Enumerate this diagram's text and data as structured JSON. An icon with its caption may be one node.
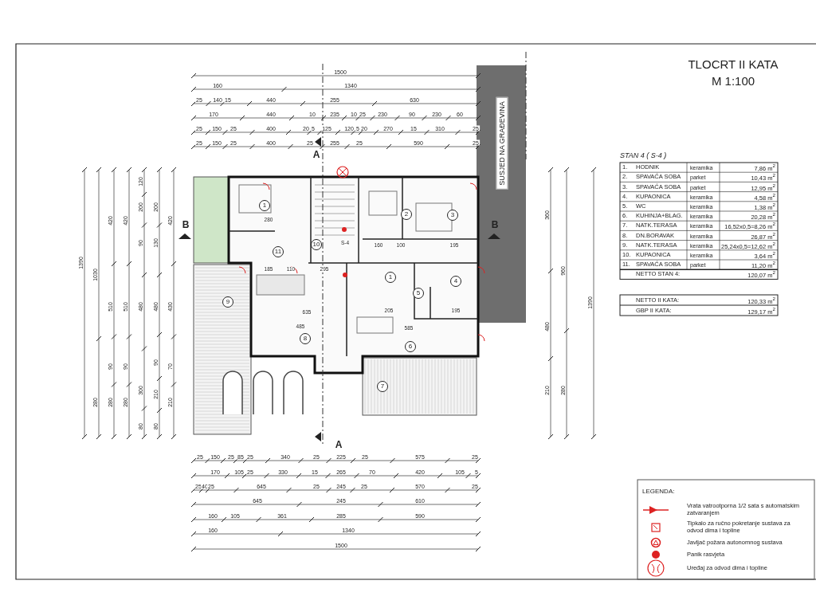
{
  "diagram": {
    "title": "TLOCRT II KATA",
    "labels": [
      "M 1:100",
      "1500",
      "160",
      "1340",
      "25",
      "140",
      "15",
      "440",
      "255",
      "630",
      "170",
      "440",
      "10",
      "235",
      "10",
      "25",
      "230",
      "90",
      "230",
      "60",
      "25",
      "150",
      "25",
      "400",
      "20",
      "5",
      "125",
      "120",
      "5",
      "20",
      "270",
      "15",
      "310",
      "25",
      "25",
      "150",
      "25",
      "400",
      "25",
      "255",
      "25",
      "590",
      "25",
      "A",
      "STAN 4 ( S-4 )",
      "1.",
      "HODNIK",
      "keramika",
      "7,86 m$^{2}$",
      "2.",
      "SPAVAĆA SOBA",
      "parket",
      "10,43 m$^{2}$",
      "3.",
      "SPAVAĆA SOBA",
      "parket",
      "12,95 m$^{2}$",
      "4.",
      "KUPAONICA",
      "keramika",
      "4,58 m$^{2}$",
      "5.",
      "WC",
      "keramika",
      "1,38 m$^{2}$",
      "6.",
      "KUHINJA+BLAG.",
      "keramika",
      "20,28 m$^{2}$",
      "7.",
      "NATK.TERASA",
      "keramika",
      "16,52x0,5=8,26 m$^{2}$",
      "8.",
      "DN.BORAVAK",
      "keramika",
      "26,87 m$^{2}$",
      "9.",
      "NATK.TERASA",
      "keramika",
      "25,24x0,5=12,62 m$^{2}$",
      "10.",
      "KUPAONICA",
      "keramika",
      "3,64 m$^{2}$",
      "11.",
      "SPAVAĆA SOBA",
      "parket",
      "11,20 m$^{2}$",
      "NETTO STAN 4:",
      "120,07 m$^{2}$",
      "NETTO II KATA:",
      "120,33 m$^{2}$",
      "GBP II KATA:",
      "129,17 m$^{2}$",
      "B",
      "B",
      "S-4",
      "1",
      "2",
      "3",
      "10",
      "11",
      "1",
      "4",
      "5",
      "9",
      "8",
      "6",
      "7",
      "280",
      "160",
      "100",
      "195",
      "185",
      "110",
      "295",
      "635",
      "205",
      "195",
      "485",
      "585",
      "SUSJED NA GRAĐEVINA",
      "1390",
      "1030",
      "280",
      "420",
      "510",
      "90",
      "280",
      "420",
      "510",
      "90",
      "280",
      "120",
      "200",
      "90",
      "480",
      "300",
      "80",
      "200",
      "130",
      "480",
      "90",
      "210",
      "80",
      "420",
      "430",
      "70",
      "210",
      "360",
      "480",
      "210",
      "960",
      "280",
      "1390",
      "A",
      "25",
      "150",
      "25",
      "85",
      "25",
      "340",
      "25",
      "225",
      "25",
      "575",
      "25",
      "170",
      "105",
      "25",
      "330",
      "15",
      "265",
      "70",
      "420",
      "105",
      "5",
      "25",
      "40",
      "25",
      "645",
      "25",
      "245",
      "25",
      "570",
      "25",
      "645",
      "245",
      "610",
      "160",
      "105",
      "361",
      "285",
      "590",
      "160",
      "1340",
      "1500",
      "LEGENDA:"
    ],
    "legend": [
      {
        "text": "Vrata vatrootporna 1/2 sata s automatskim zatvaranjem"
      },
      {
        "text": "Tipkalo za ručno pokretanje sustava za odvod dima i topline"
      },
      {
        "text": "Javljač požara autonomnog sustava"
      },
      {
        "text": "Panik rasvjeta"
      },
      {
        "text": "Uređaj za odvod dima i topline"
      }
    ]
  }
}
